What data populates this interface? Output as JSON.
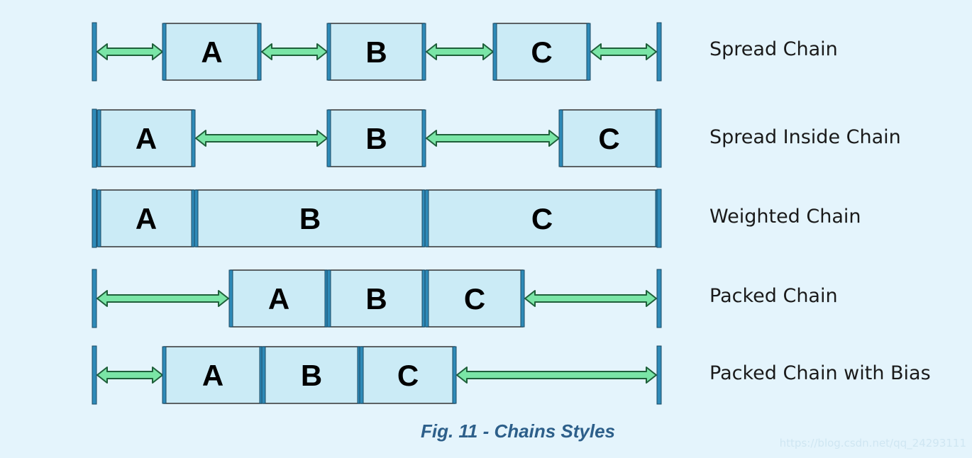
{
  "colors": {
    "background": "#e4f4fc",
    "box_fill": "#cbebf6",
    "box_border": "#333333",
    "anchor": "#2e8ab8",
    "arrow_fill": "#7ae5a6",
    "arrow_stroke": "#1f5f3a",
    "caption": "#2d5f8a"
  },
  "rows": [
    {
      "label": "Spread Chain",
      "boxes": [
        {
          "label": "A"
        },
        {
          "label": "B"
        },
        {
          "label": "C"
        }
      ]
    },
    {
      "label": "Spread Inside Chain",
      "boxes": [
        {
          "label": "A"
        },
        {
          "label": "B"
        },
        {
          "label": "C"
        }
      ]
    },
    {
      "label": "Weighted Chain",
      "boxes": [
        {
          "label": "A"
        },
        {
          "label": "B"
        },
        {
          "label": "C"
        }
      ]
    },
    {
      "label": "Packed Chain",
      "boxes": [
        {
          "label": "A"
        },
        {
          "label": "B"
        },
        {
          "label": "C"
        }
      ]
    },
    {
      "label": "Packed Chain with Bias",
      "boxes": [
        {
          "label": "A"
        },
        {
          "label": "B"
        },
        {
          "label": "C"
        }
      ]
    }
  ],
  "caption": "Fig. 11 - Chains Styles",
  "watermark": "https://blog.csdn.net/qq_24293111"
}
